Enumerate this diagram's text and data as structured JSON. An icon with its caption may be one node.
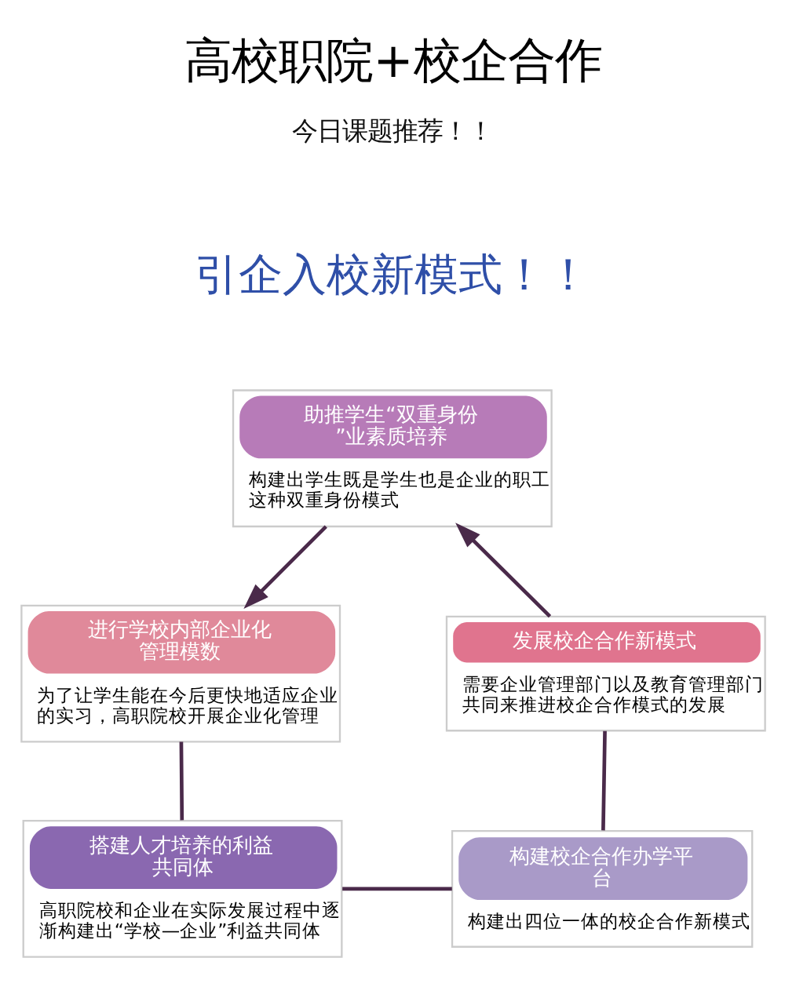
{
  "diagram": {
    "title": "高校职院+校企合作",
    "nodes": [
      {
        "text": [
          "助推学生“双重身份”业素质培养",
          "构建出学生既是学生也是企业的职工这种双重身份模式"
        ]
      },
      {
        "text": [
          "发展校企合作新模式",
          "需要企业管理部门以及教育管理部门共同来推进校企合作模式的发展"
        ]
      },
      {
        "text": [
          "进行学校内部企业化管理模数",
          "为了让学生能在今后更快地适应企业的实习，高职院校开展企业化管理"
        ]
      },
      {
        "text": [
          "构建校企合作办学平台",
          "构建出四位一体的校企合作新模式"
        ]
      },
      {
        "text": [
          "搭建人才培养的利益共同体",
          "高职院校和企业在实际发展过程中逐渐构建出“学校—企业”利益共同体"
        ]
      }
    ],
    "edges": [
      {
        "from": 0,
        "to": 2,
        "arrow": "to"
      },
      {
        "from": 2,
        "to": 4,
        "arrow": "none"
      },
      {
        "from": 4,
        "to": 3,
        "arrow": "none"
      },
      {
        "from": 3,
        "to": 1,
        "arrow": "none"
      },
      {
        "from": 1,
        "to": 0,
        "arrow": "to"
      }
    ],
    "labels": [
      "今日课题推荐！！",
      "引企入校新模式！！"
    ]
  }
}
